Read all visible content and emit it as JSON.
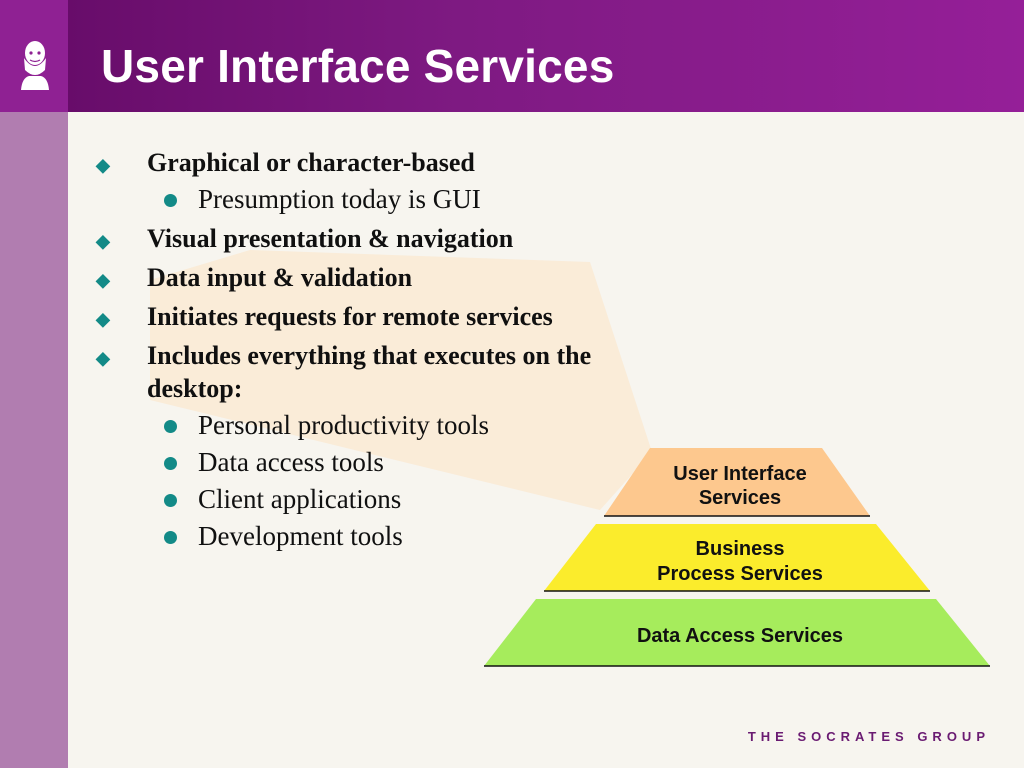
{
  "header": {
    "title": "User Interface Services",
    "logo_icon": "philosopher-bust-icon"
  },
  "bullets": [
    {
      "text": "Graphical or character-based",
      "sub": [
        "Presumption today is GUI"
      ]
    },
    {
      "text": "Visual presentation & navigation",
      "sub": []
    },
    {
      "text": "Data input & validation",
      "sub": []
    },
    {
      "text": "Initiates requests for remote services",
      "sub": []
    },
    {
      "text": "Includes everything that executes on the desktop:",
      "sub": [
        "Personal productivity tools",
        "Data access tools",
        "Client applications",
        "Development tools"
      ]
    }
  ],
  "pyramid": {
    "tiers": [
      {
        "line1": "User Interface",
        "line2": "Services",
        "color": "#fdc88e"
      },
      {
        "line1": "Business",
        "line2": "Process Services",
        "color": "#fbec2c"
      },
      {
        "line1": "Data Access Services",
        "line2": "",
        "color": "#a6ec5c"
      }
    ]
  },
  "footer": {
    "text": "THE SOCRATES GROUP"
  },
  "colors": {
    "header": "#7e1a82",
    "sidebar": "#b17db0",
    "bullet": "#138a87",
    "background": "#f7f5ef",
    "beam": "#fde3c4"
  }
}
